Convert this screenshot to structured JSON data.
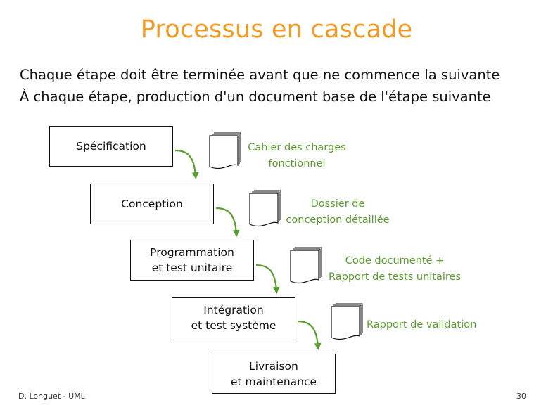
{
  "title": "Processus en cascade",
  "intro": {
    "line1": "Chaque étape doit être terminée avant que ne commence la suivante",
    "line2": "À chaque étape, production d'un document base de l'étape suivante"
  },
  "steps": [
    {
      "line1": "Spécification",
      "line2": ""
    },
    {
      "line1": "Conception",
      "line2": ""
    },
    {
      "line1": "Programmation",
      "line2": "et test unitaire"
    },
    {
      "line1": "Intégration",
      "line2": "et test système"
    },
    {
      "line1": "Livraison",
      "line2": "et maintenance"
    }
  ],
  "documents": [
    {
      "line1": "Cahier des charges",
      "line2": "fonctionnel"
    },
    {
      "line1": "Dossier de",
      "line2": "conception détaillée"
    },
    {
      "line1": "Code documenté +",
      "line2": "Rapport de tests unitaires"
    },
    {
      "line1": "Rapport de validation",
      "line2": ""
    }
  ],
  "colors": {
    "title": "#f39a25",
    "accent_green": "#5a9e2c"
  },
  "footer": {
    "author": "D. Longuet - UML",
    "page": "30"
  }
}
